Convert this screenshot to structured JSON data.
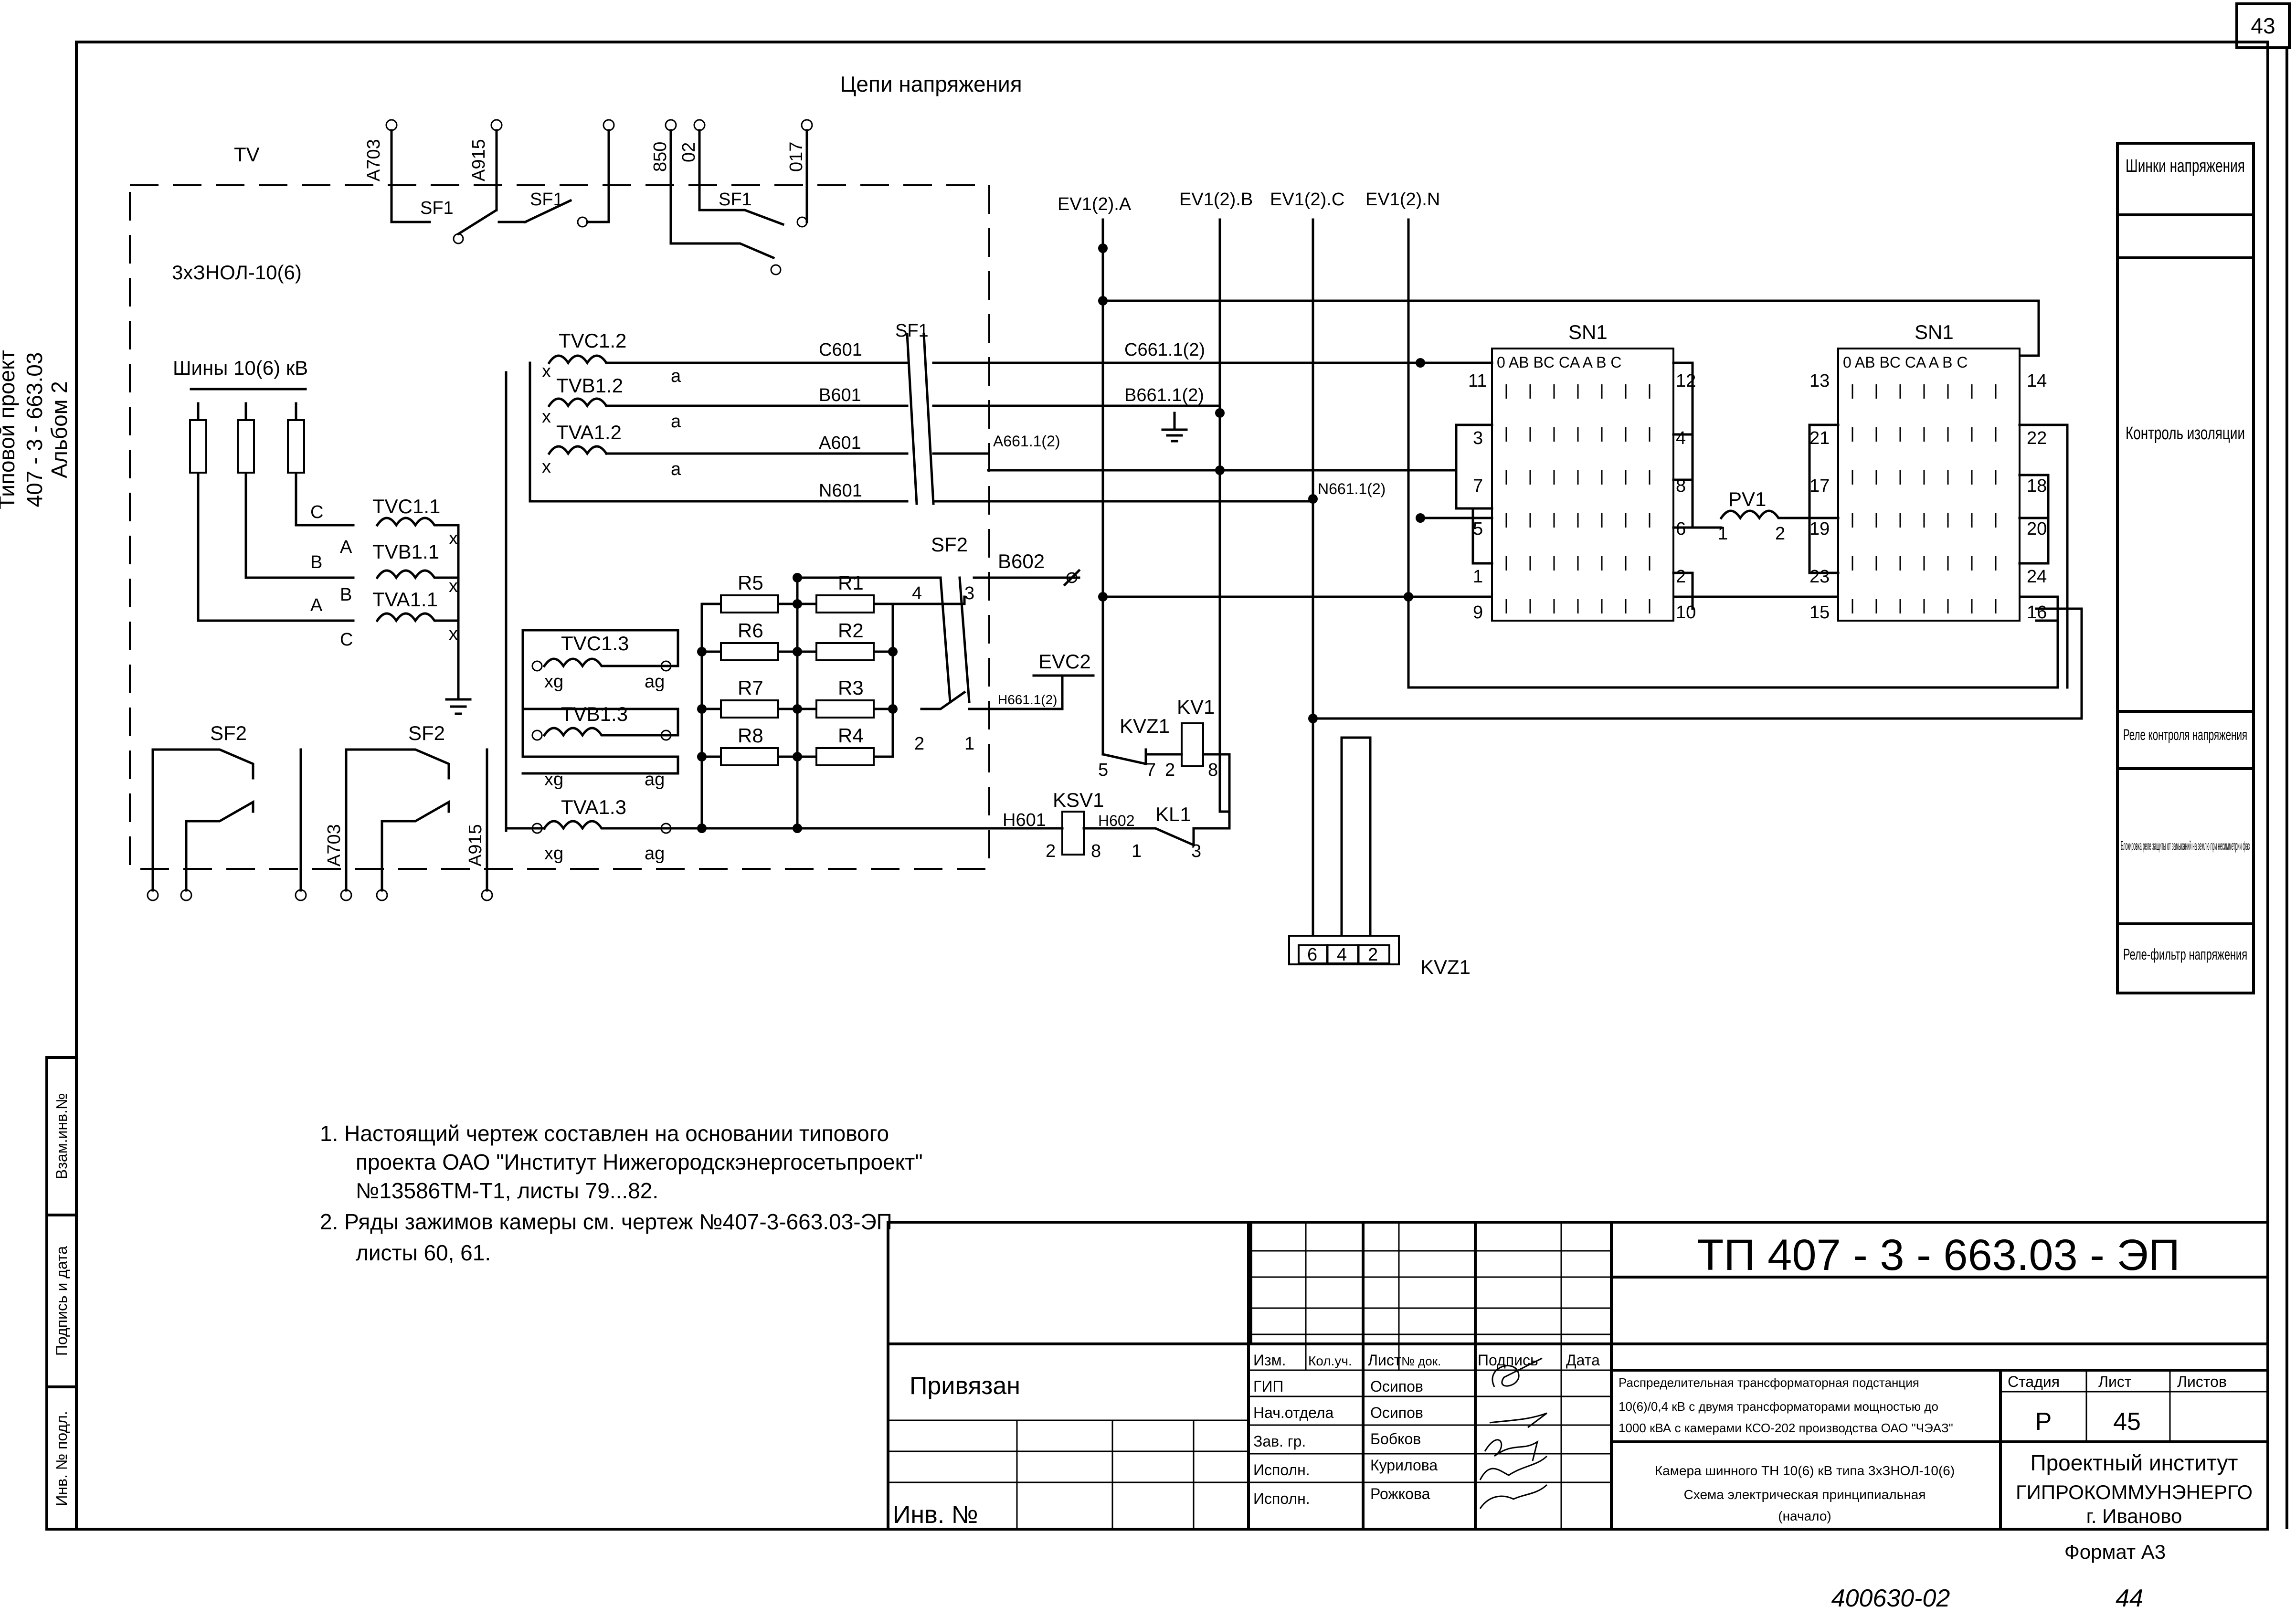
{
  "sheet_number": "43",
  "left_stamp": {
    "project_line1": "Типовой проект",
    "project_line2": "407 - 3 - 663.03",
    "project_line3": "Альбом 2",
    "box_inv_podl": "Инв. № подл.",
    "box_podpis": "Подпись и дата",
    "box_vzam": "Взам.инв.№"
  },
  "title": "Цепи напряжения",
  "labels": {
    "tv": "TV",
    "a703": "A703",
    "a915": "A915",
    "n850": "850",
    "n02": "02",
    "n017": "017",
    "sf1": "SF1",
    "sf2": "SF2",
    "znol": "3хЗНОЛ-10(6)",
    "bus": "Шины 10(6) кВ",
    "tvc11": "TVC1.1",
    "tvb11": "TVB1.1",
    "tva11": "TVA1.1",
    "tvc12": "TVC1.2",
    "tvb12": "TVB1.2",
    "tva12": "TVA1.2",
    "tvc13": "TVC1.3",
    "tvb13": "TVB1.3",
    "tva13": "TVA1.3",
    "ph_a": "A",
    "ph_b": "B",
    "ph_c": "C",
    "x": "x",
    "a": "a",
    "xg": "xg",
    "ag": "ag",
    "c601": "C601",
    "b601": "B601",
    "a601": "A601",
    "n601": "N601",
    "b602": "B602",
    "h601": "H601",
    "h602": "H602",
    "a661": "A661.1(2)",
    "c661": "C661.1(2)",
    "b661": "B661.1(2)",
    "n661": "N661.1(2)",
    "h661": "H661.1(2)",
    "ev_a": "EV1(2).A",
    "ev_b": "EV1(2).B",
    "ev_c": "EV1(2).C",
    "ev_n": "EV1(2).N",
    "evc2": "EVC2",
    "r1": "R1",
    "r2": "R2",
    "r3": "R3",
    "r4": "R4",
    "r5": "R5",
    "r6": "R6",
    "r7": "R7",
    "r8": "R8",
    "kvz1": "KVZ1",
    "kv1": "KV1",
    "ksv1": "KSV1",
    "kl1": "KL1",
    "sn1": "SN1",
    "pv1": "PV1",
    "sn_header": "0 AB BC CA A B C",
    "n1": "1",
    "n2": "2",
    "n3": "3",
    "n4": "4",
    "n5": "5",
    "n6": "6",
    "n7": "7",
    "n8": "8",
    "n9": "9",
    "n10": "10",
    "n11": "11",
    "n12": "12",
    "n13": "13",
    "n14": "14",
    "n15": "15",
    "n16": "16",
    "n17": "17",
    "n18": "18",
    "n19": "19",
    "n20": "20",
    "n21": "21",
    "n22": "22",
    "n23": "23",
    "n24": "24"
  },
  "right_column": {
    "buses": "Шинки напряжения",
    "isolation": "Контроль изоляции",
    "relay_voltage": "Реле контроля напряжения",
    "blocking": "Блокировка реле защиты от замыканий на землю при несимметрии фаз",
    "filter": "Реле-фильтр напряжения"
  },
  "notes": [
    "1. Настоящий чертеж составлен на основании типового",
    "проекта ОАО \"Институт Нижегородскэнергосетьпроект\"",
    "№13586ТМ-Т1, листы 79...82.",
    "2. Ряды зажимов камеры см. чертеж №407-3-663.03-ЭП",
    "листы 60, 61."
  ],
  "title_block": {
    "doc_code": "ТП 407 - 3 - 663.03 - ЭП",
    "privyazan": "Привязан",
    "inv": "Инв. №",
    "col_izm": "Изм.",
    "col_koluch": "Кол.уч.",
    "col_list": "Лист",
    "col_ndok": "№ док.",
    "col_podpis": "Подпись",
    "col_data": "Дата",
    "roles": [
      {
        "role": "ГИП",
        "name": "Осипов"
      },
      {
        "role": "Нач.отдела",
        "name": "Осипов"
      },
      {
        "role": "Зав. гр.",
        "name": "Бобков"
      },
      {
        "role": "Исполн.",
        "name": "Курилова"
      },
      {
        "role": "Исполн.",
        "name": "Рожкова"
      }
    ],
    "desc_lines": [
      "Распределительная трансформаторная подстанция",
      "10(6)/0,4 кВ с двумя трансформаторами мощностью до",
      "1000 кВА с камерами КСО-202 производства ОАО \"ЧЭАЗ\""
    ],
    "sheet_desc_lines": [
      "Камера шинного ТН 10(6) кВ типа 3хЗНОЛ-10(6)",
      "Схема электрическая принципиальная",
      "(начало)"
    ],
    "stadia_label": "Стадия",
    "list_label": "Лист",
    "listov_label": "Листов",
    "stadia": "Р",
    "list": "45",
    "org_line1": "Проектный институт",
    "org_line2": "ГИПРОКОММУНЭНЕРГО",
    "org_line3": "г. Иваново"
  },
  "format": "Формат А3",
  "handwritten_code": "400630-02",
  "handwritten_page": "44"
}
